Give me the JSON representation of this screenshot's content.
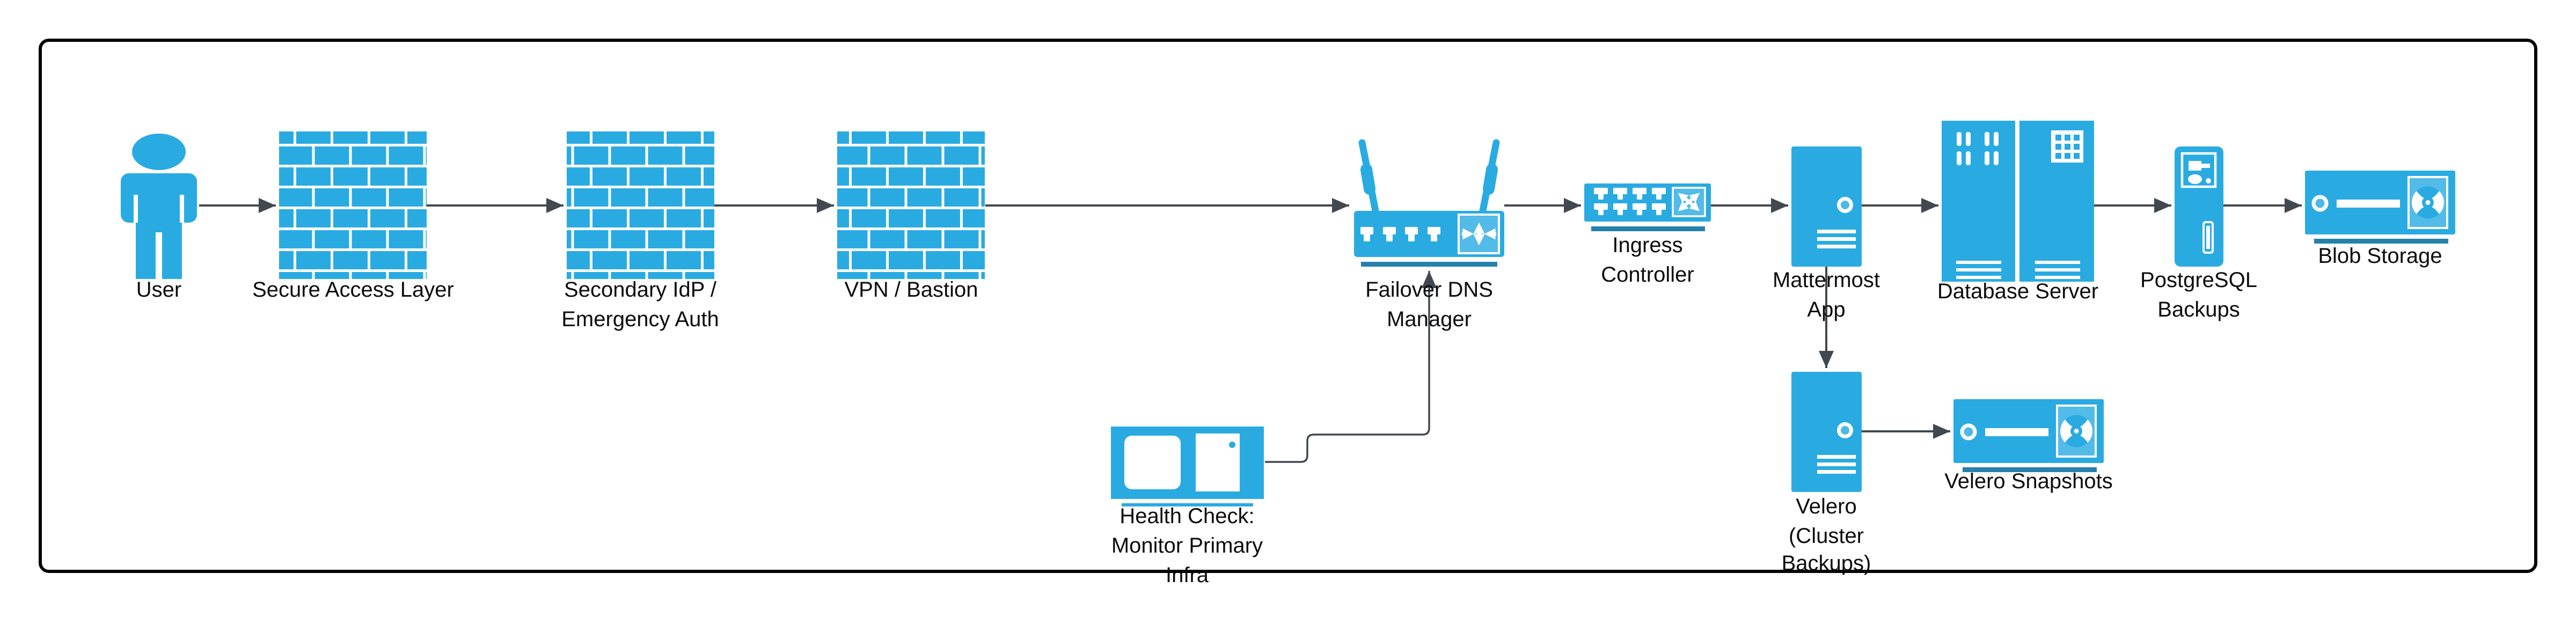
{
  "diagram": {
    "type": "infrastructure-failover-architecture",
    "colors": {
      "icon_accent": "#29abe2",
      "icon_accent_light": "#53bbe8",
      "underline_dark": "#2581ac",
      "arrow": "#41484f",
      "border": "#000000",
      "label_text": "#0c0c0c"
    },
    "nodes": [
      {
        "id": "user",
        "icon": "person-icon",
        "label_lines": [
          "User"
        ]
      },
      {
        "id": "secure-access-layer",
        "icon": "firewall-wall-icon",
        "label_lines": [
          "Secure Access Layer"
        ]
      },
      {
        "id": "secondary-idp",
        "icon": "firewall-wall-icon",
        "label_lines": [
          "Secondary IdP /",
          "Emergency Auth"
        ]
      },
      {
        "id": "vpn-bastion",
        "icon": "firewall-wall-icon",
        "label_lines": [
          "VPN / Bastion"
        ]
      },
      {
        "id": "failover-dns-manager",
        "icon": "wireless-router-icon",
        "label_lines": [
          "Failover DNS",
          "Manager"
        ]
      },
      {
        "id": "ingress-controller",
        "icon": "network-switch-icon",
        "label_lines": [
          "Ingress",
          "Controller"
        ]
      },
      {
        "id": "mattermost-app",
        "icon": "tower-server-icon",
        "label_lines": [
          "Mattermost",
          "App"
        ]
      },
      {
        "id": "database-server",
        "icon": "server-rack-pair-icon",
        "label_lines": [
          "Database Server"
        ]
      },
      {
        "id": "postgresql-backups",
        "icon": "backup-server-icon",
        "label_lines": [
          "PostgreSQL",
          "Backups"
        ]
      },
      {
        "id": "blob-storage",
        "icon": "disk-storage-icon",
        "label_lines": [
          "Blob Storage"
        ]
      },
      {
        "id": "health-check",
        "icon": "monitor-pc-icon",
        "label_lines": [
          "Health Check:",
          "Monitor Primary",
          "Infra"
        ]
      },
      {
        "id": "velero",
        "icon": "tower-server-icon",
        "label_lines": [
          "Velero",
          "(Cluster",
          "Backups)"
        ]
      },
      {
        "id": "velero-snapshots",
        "icon": "disk-storage-icon",
        "label_lines": [
          "Velero Snapshots"
        ]
      }
    ],
    "edges": [
      {
        "from": "user",
        "to": "secure-access-layer"
      },
      {
        "from": "secure-access-layer",
        "to": "secondary-idp"
      },
      {
        "from": "secondary-idp",
        "to": "vpn-bastion"
      },
      {
        "from": "vpn-bastion",
        "to": "failover-dns-manager"
      },
      {
        "from": "failover-dns-manager",
        "to": "ingress-controller"
      },
      {
        "from": "ingress-controller",
        "to": "mattermost-app"
      },
      {
        "from": "mattermost-app",
        "to": "database-server"
      },
      {
        "from": "database-server",
        "to": "postgresql-backups"
      },
      {
        "from": "postgresql-backups",
        "to": "blob-storage"
      },
      {
        "from": "mattermost-app",
        "to": "velero"
      },
      {
        "from": "velero",
        "to": "velero-snapshots"
      },
      {
        "from": "health-check",
        "to": "failover-dns-manager"
      }
    ]
  }
}
